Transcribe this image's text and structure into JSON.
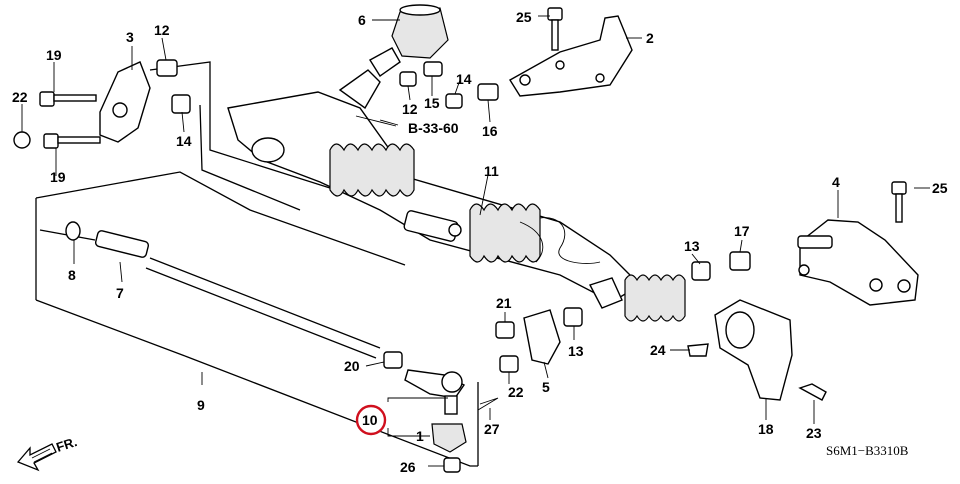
{
  "diagram": {
    "code": "S6M1−B3310B",
    "ref": "B-33-60",
    "direction": "FR.",
    "highlight_color": "#d0101e",
    "highlighted_part": "10",
    "callouts": {
      "p1": "1",
      "p2": "2",
      "p3": "3",
      "p4": "4",
      "p5": "5",
      "p6": "6",
      "p7": "7",
      "p8": "8",
      "p9": "9",
      "p10": "10",
      "p11": "11",
      "p12a": "12",
      "p12b": "12",
      "p13a": "13",
      "p13b": "13",
      "p14a": "14",
      "p14b": "14",
      "p15": "15",
      "p16": "16",
      "p17": "17",
      "p18": "18",
      "p19a": "19",
      "p19b": "19",
      "p20": "20",
      "p21": "21",
      "p22a": "22",
      "p22b": "22",
      "p23": "23",
      "p24": "24",
      "p25a": "25",
      "p25b": "25",
      "p26": "26",
      "p27": "27"
    }
  }
}
